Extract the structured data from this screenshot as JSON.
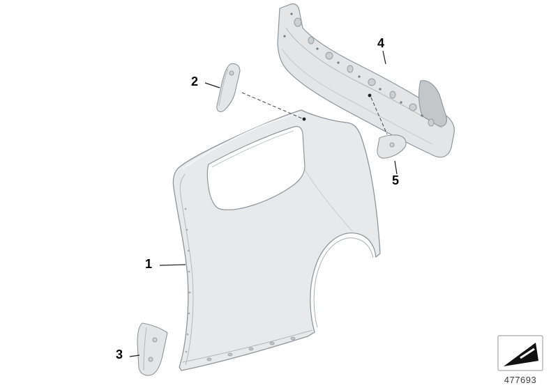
{
  "callouts": [
    {
      "label": "1"
    },
    {
      "label": "2"
    },
    {
      "label": "3"
    },
    {
      "label": "4"
    },
    {
      "label": "5"
    }
  ],
  "footer": {
    "diagram_number": "477693"
  },
  "icons": {
    "stamp": "direction-stamp-icon"
  },
  "colors": {
    "panel_fill": "#e7e9ea",
    "panel_fill_dark": "#d5d8da",
    "panel_stroke": "#8f969b",
    "callout_text": "#000000",
    "footer_text": "#3c3c3c"
  }
}
